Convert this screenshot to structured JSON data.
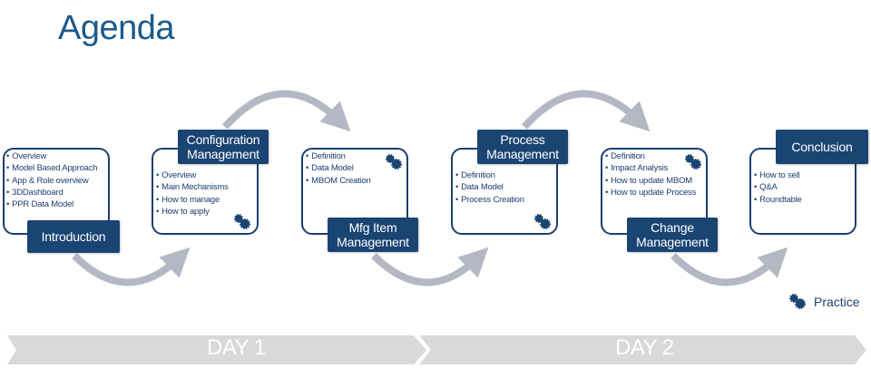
{
  "title": "Agenda",
  "steps": [
    {
      "label": "Introduction",
      "items": [
        "Overview",
        "Model Based Approach",
        "App & Role overview",
        "3DDashboard",
        "PPR Data Model"
      ],
      "practice": false
    },
    {
      "label": "Configuration Management",
      "items": [
        "Overview",
        "Main Mechanisms",
        "How to manage",
        "How to apply"
      ],
      "practice": true
    },
    {
      "label": "Mfg Item Management",
      "items": [
        "Definition",
        "Data Model",
        "MBOM Creation"
      ],
      "practice": true
    },
    {
      "label": "Process Management",
      "items": [
        "Definition",
        "Data Model",
        "Process Creation"
      ],
      "practice": true
    },
    {
      "label": "Change Management",
      "items": [
        "Definition",
        "Impact Analysis",
        "How to update MBOM",
        "How to update Process"
      ],
      "practice": true
    },
    {
      "label": "Conclusion",
      "items": [
        "How to sell",
        "Q&A",
        "Roundtable"
      ],
      "practice": false
    }
  ],
  "legend": {
    "icon": "gears-icon",
    "label": "Practice"
  },
  "days": [
    "DAY 1",
    "DAY 2"
  ],
  "colors": {
    "primary": "#1a4472",
    "title": "#1b5a8c",
    "arrow": "#b3b8c4",
    "timeline": "#d9d9d9"
  }
}
